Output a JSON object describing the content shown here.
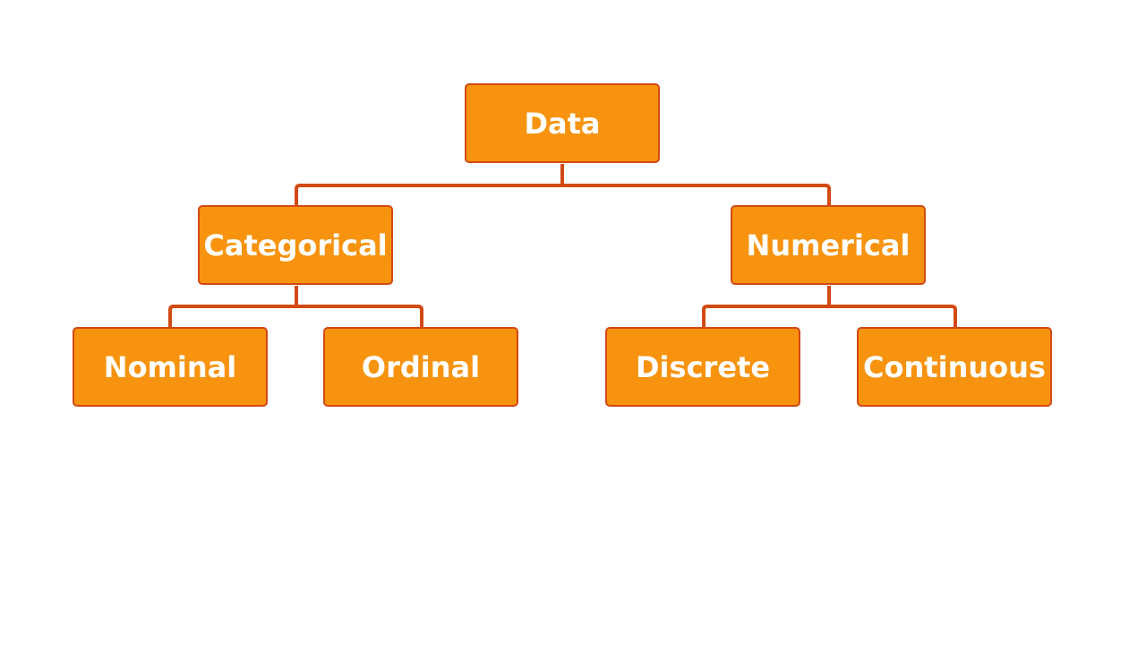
{
  "colors": {
    "node_fill": "#f7930f",
    "node_border": "#d24a14",
    "connector": "#d24a14",
    "text": "#ffffff"
  },
  "tree": {
    "root": {
      "label": "Data"
    },
    "categorical": {
      "label": "Categorical",
      "children": [
        {
          "label": "Nominal"
        },
        {
          "label": "Ordinal"
        }
      ]
    },
    "numerical": {
      "label": "Numerical",
      "children": [
        {
          "label": "Discrete"
        },
        {
          "label": "Continuous"
        }
      ]
    }
  }
}
